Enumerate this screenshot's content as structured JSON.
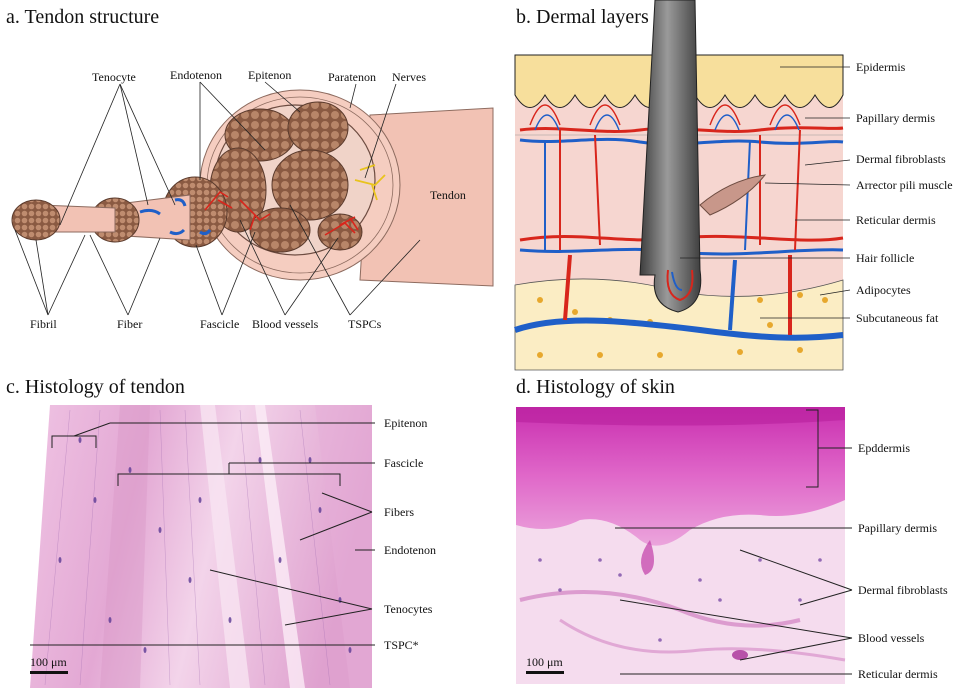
{
  "panels": {
    "a": {
      "title": "a. Tendon structure",
      "labels": {
        "tenocyte": "Tenocyte",
        "endotenon": "Endotenon",
        "epitenon": "Epitenon",
        "paratenon": "Paratenon",
        "nerves": "Nerves",
        "tendon": "Tendon",
        "fibril": "Fibril",
        "fiber": "Fiber",
        "fascicle": "Fascicle",
        "blood_vessels": "Blood vessels",
        "tspcs": "TSPCs"
      }
    },
    "b": {
      "title": "b. Dermal layers",
      "labels": {
        "epidermis": "Epidermis",
        "papillary_dermis": "Papillary dermis",
        "dermal_fibroblasts": "Dermal fibroblasts",
        "arrector_pili": "Arrector pili muscle",
        "reticular_dermis": "Reticular dermis",
        "hair_follicle": "Hair follicle",
        "adipocytes": "Adipocytes",
        "subcutaneous_fat": "Subcutaneous fat"
      }
    },
    "c": {
      "title": "c. Histology of tendon",
      "labels": {
        "epitenon": "Epitenon",
        "fascicle": "Fascicle",
        "fibers": "Fibers",
        "endotenon": "Endotenon",
        "tenocytes": "Tenocytes",
        "tspc": "TSPC*"
      },
      "scale": "100 μm"
    },
    "d": {
      "title": "d. Histology of skin",
      "labels": {
        "epidermis": "Epddermis",
        "papillary_dermis": "Papillary dermis",
        "dermal_fibroblasts": "Dermal fibroblasts",
        "blood_vessels": "Blood vessels",
        "reticular_dermis": "Reticular dermis"
      },
      "scale": "100 μm"
    }
  },
  "colors": {
    "tendon_pink": "#f2c2b4",
    "fiber_brown": "#b9876a",
    "artery_red": "#d8261c",
    "vein_blue": "#1f5fc8",
    "nerve_yellow": "#e8c31d",
    "epidermis_yellow": "#f7df9c",
    "dermis_pink": "#f6d6d0",
    "fat_cream": "#fbedc4",
    "hair_gray": "#6f6f6f",
    "he_pink": "#e7a9d6",
    "he_magenta": "#d23fb8",
    "nuclei_purple": "#6b3a9e"
  }
}
